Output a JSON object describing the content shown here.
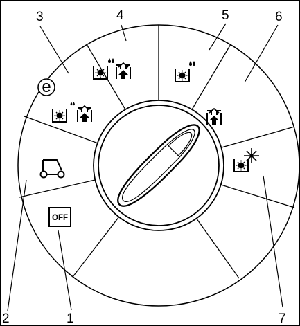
{
  "callouts": {
    "c1": "1",
    "c2": "2",
    "c3": "3",
    "c4": "4",
    "c5": "5",
    "c6": "6",
    "c7": "7"
  },
  "symbols": {
    "off": "OFF",
    "eco": "e"
  },
  "icons": [
    "off-icon",
    "vehicle-icon",
    "eco-heater-and-ventilation-icon",
    "heater-water-and-ventilation-icon",
    "heater-water-icon",
    "ventilation-icon",
    "heater-frost-icon",
    "rotary-knob"
  ]
}
